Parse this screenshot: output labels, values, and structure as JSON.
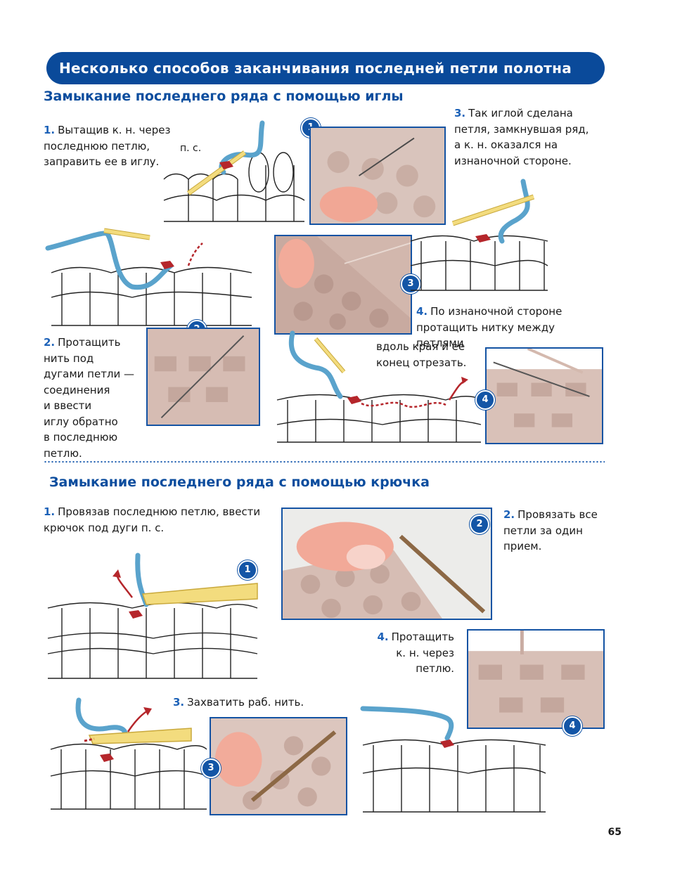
{
  "banner": {
    "title": "Несколько способов заканчивания последней петли полотна"
  },
  "section1": {
    "title": "Замыкание последнего ряда с помощью иглы",
    "step1": {
      "num": "1.",
      "lines": [
        "Вытащив к. н. через",
        "последнюю петлю,",
        "заправить ее в иглу."
      ]
    },
    "label_ps": "п. с.",
    "step2": {
      "num": "2.",
      "lines": [
        "Протащить",
        "нить под",
        "дугами петли —",
        "соединения",
        "и ввести",
        "иглу обратно",
        "в последнюю",
        "петлю."
      ]
    },
    "step3": {
      "num": "3.",
      "lines": [
        "Так иглой сделана",
        "петля, замкнувшая ряд,",
        "а к. н. оказался на",
        "изнаночной стороне."
      ]
    },
    "step4": {
      "num": "4.",
      "lines": [
        "По изнаночной стороне",
        "протащить нитку между петлями",
        "вдоль края и ее",
        "конец отрезать."
      ]
    },
    "badges": [
      "1",
      "2",
      "3",
      "4"
    ]
  },
  "section2": {
    "title": "Замыкание последнего ряда с помощью крючка",
    "step1": {
      "num": "1.",
      "lines": [
        "Провязав последнюю петлю, ввести",
        "крючок под дуги п. с."
      ]
    },
    "step2": {
      "num": "2.",
      "lines": [
        "Провязать все",
        "петли за один",
        "прием."
      ]
    },
    "step3": {
      "num": "3.",
      "lines": [
        "Захватить раб. нить."
      ]
    },
    "step4": {
      "num": "4.",
      "lines": [
        "Протащить",
        "к. н. через",
        "петлю."
      ]
    },
    "badges": [
      "1",
      "2",
      "3",
      "4"
    ]
  },
  "page_number": "65",
  "colors": {
    "banner": "#0a4a9a",
    "title": "#0c4d9e",
    "yarn": "#5aa3cc",
    "needle": "#f3dc7e",
    "accent": "#b5262b",
    "photo": "#d8c0b7"
  }
}
